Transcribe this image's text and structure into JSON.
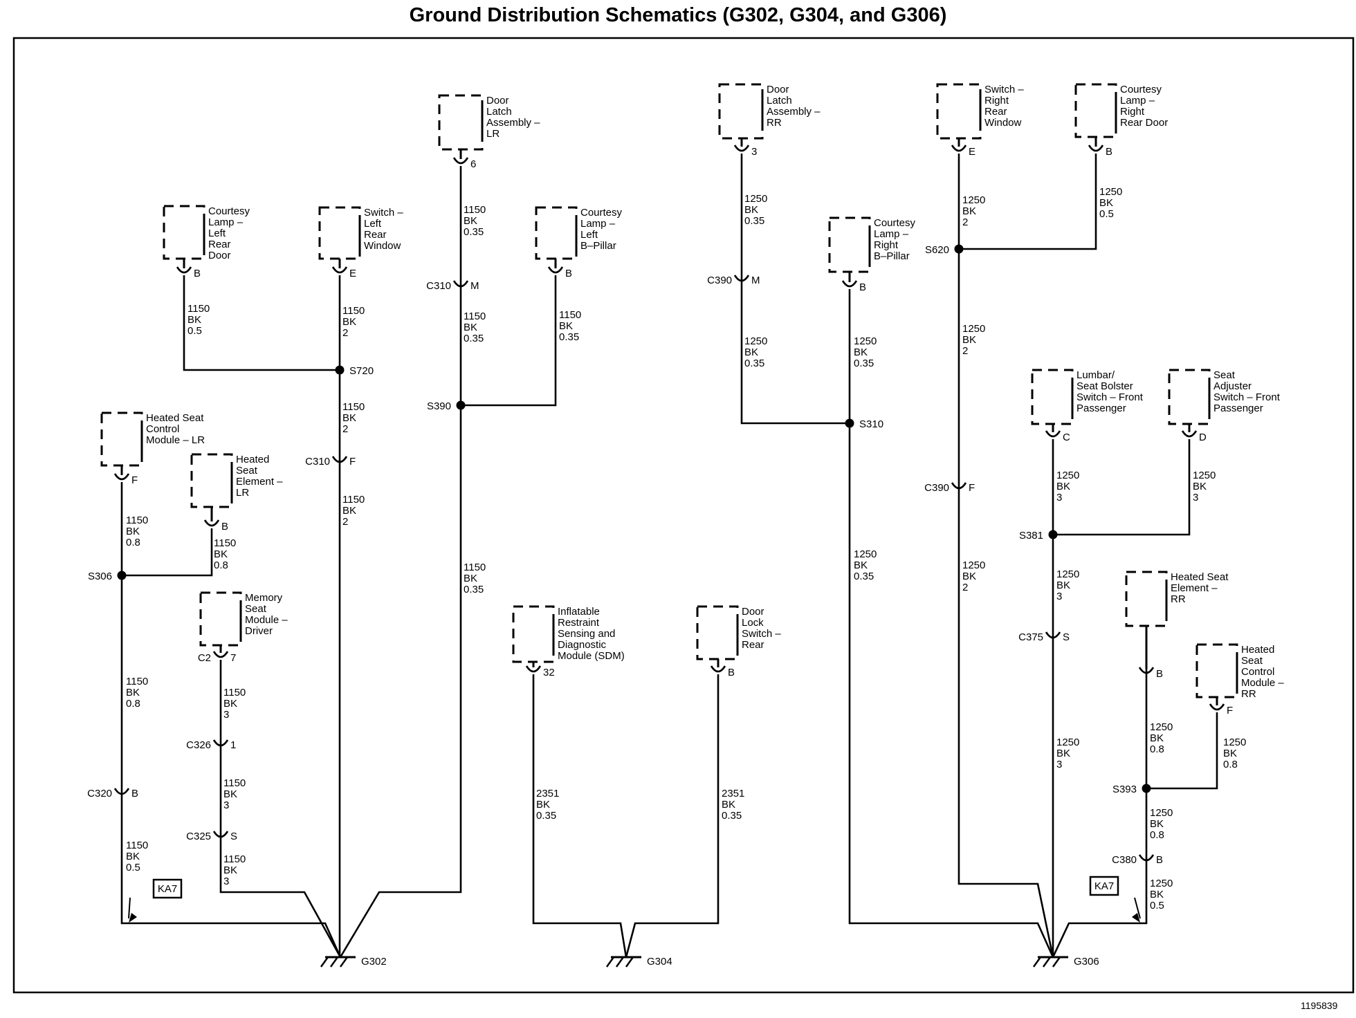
{
  "title": "Ground Distribution Schematics (G302, G304, and G306)",
  "figure_number": "1195839",
  "grounds": [
    "G302",
    "G304",
    "G306"
  ],
  "diagram_refs": [
    "KA7",
    "KA7"
  ],
  "components": [
    {
      "id": "door-latch-lr",
      "lines": [
        "Door",
        "Latch",
        "Assembly –",
        "LR"
      ],
      "pin": "6"
    },
    {
      "id": "courtesy-left-rear-door",
      "lines": [
        "Courtesy",
        "Lamp –",
        "Left",
        "Rear",
        "Door"
      ],
      "pin": "B"
    },
    {
      "id": "switch-left-rear-window",
      "lines": [
        "Switch –",
        "Left",
        "Rear",
        "Window"
      ],
      "pin": "E"
    },
    {
      "id": "courtesy-left-b-pillar",
      "lines": [
        "Courtesy",
        "Lamp –",
        "Left",
        "B–Pillar"
      ],
      "pin": "B"
    },
    {
      "id": "heated-seat-control-lr",
      "lines": [
        "Heated Seat",
        "Control",
        "Module – LR"
      ],
      "pin": "F"
    },
    {
      "id": "heated-seat-element-lr",
      "lines": [
        "Heated",
        "Seat",
        "Element –",
        "LR"
      ],
      "pin": "B"
    },
    {
      "id": "memory-seat-driver",
      "lines": [
        "Memory",
        "Seat",
        "Module –",
        "Driver"
      ],
      "conn": "C2",
      "pin": "7"
    },
    {
      "id": "sdm",
      "lines": [
        "Inflatable",
        "Restraint",
        "Sensing and",
        "Diagnostic",
        "Module (SDM)"
      ],
      "pin": "32"
    },
    {
      "id": "door-lock-switch-rear",
      "lines": [
        "Door",
        "Lock",
        "Switch –",
        "Rear"
      ],
      "pin": "B"
    },
    {
      "id": "door-latch-rr",
      "lines": [
        "Door",
        "Latch",
        "Assembly –",
        "RR"
      ],
      "pin": "3"
    },
    {
      "id": "courtesy-right-b-pillar",
      "lines": [
        "Courtesy",
        "Lamp –",
        "Right",
        "B–Pillar"
      ],
      "pin": "B"
    },
    {
      "id": "switch-right-rear-window",
      "lines": [
        "Switch –",
        "Right",
        "Rear",
        "Window"
      ],
      "pin": "E"
    },
    {
      "id": "courtesy-right-rear-door",
      "lines": [
        "Courtesy",
        "Lamp –",
        "Right",
        "Rear Door"
      ],
      "pin": "B"
    },
    {
      "id": "lumbar-front-passenger",
      "lines": [
        "Lumbar/",
        "Seat Bolster",
        "Switch – Front",
        "Passenger"
      ],
      "pin": "C"
    },
    {
      "id": "seat-adjuster-front-passenger",
      "lines": [
        "Seat",
        "Adjuster",
        "Switch – Front",
        "Passenger"
      ],
      "pin": "D"
    },
    {
      "id": "heated-seat-element-rr",
      "lines": [
        "Heated Seat",
        "Element –",
        "RR"
      ],
      "pin": "B"
    },
    {
      "id": "heated-seat-control-rr",
      "lines": [
        "Heated",
        "Seat",
        "Control",
        "Module –",
        "RR"
      ],
      "pin": "F"
    }
  ],
  "connectors": [
    {
      "name": "C310",
      "pin": "M"
    },
    {
      "name": "C310",
      "pin": "F"
    },
    {
      "name": "C326",
      "pin": "1"
    },
    {
      "name": "C325",
      "pin": "S"
    },
    {
      "name": "C320",
      "pin": "B"
    },
    {
      "name": "C390",
      "pin": "M"
    },
    {
      "name": "C390",
      "pin": "F"
    },
    {
      "name": "C375",
      "pin": "S"
    },
    {
      "name": "C380",
      "pin": "B"
    }
  ],
  "splices": [
    "S720",
    "S390",
    "S306",
    "S310",
    "S620",
    "S381",
    "S393"
  ],
  "wires": [
    [
      "1150",
      "BK",
      "0.35"
    ],
    [
      "1150",
      "BK",
      "0.35"
    ],
    [
      "1150",
      "BK",
      "0.35"
    ],
    [
      "1150",
      "BK",
      "0.5"
    ],
    [
      "1150",
      "BK",
      "2"
    ],
    [
      "1150",
      "BK",
      "0.35"
    ],
    [
      "1150",
      "BK",
      "2"
    ],
    [
      "1150",
      "BK",
      "2"
    ],
    [
      "1150",
      "BK",
      "0.8"
    ],
    [
      "1150",
      "BK",
      "0.8"
    ],
    [
      "1150",
      "BK",
      "0.8"
    ],
    [
      "1150",
      "BK",
      "0.5"
    ],
    [
      "1150",
      "BK",
      "3"
    ],
    [
      "1150",
      "BK",
      "3"
    ],
    [
      "1150",
      "BK",
      "3"
    ],
    [
      "2351",
      "BK",
      "0.35"
    ],
    [
      "2351",
      "BK",
      "0.35"
    ],
    [
      "1250",
      "BK",
      "0.35"
    ],
    [
      "1250",
      "BK",
      "0.35"
    ],
    [
      "1250",
      "BK",
      "0.35"
    ],
    [
      "1250",
      "BK",
      "0.35"
    ],
    [
      "1250",
      "BK",
      "2"
    ],
    [
      "1250",
      "BK",
      "0.5"
    ],
    [
      "1250",
      "BK",
      "2"
    ],
    [
      "1250",
      "BK",
      "2"
    ],
    [
      "1250",
      "BK",
      "3"
    ],
    [
      "1250",
      "BK",
      "3"
    ],
    [
      "1250",
      "BK",
      "3"
    ],
    [
      "1250",
      "BK",
      "3"
    ],
    [
      "1250",
      "BK",
      "0.8"
    ],
    [
      "1250",
      "BK",
      "0.8"
    ],
    [
      "1250",
      "BK",
      "0.8"
    ],
    [
      "1250",
      "BK",
      "0.5"
    ]
  ]
}
